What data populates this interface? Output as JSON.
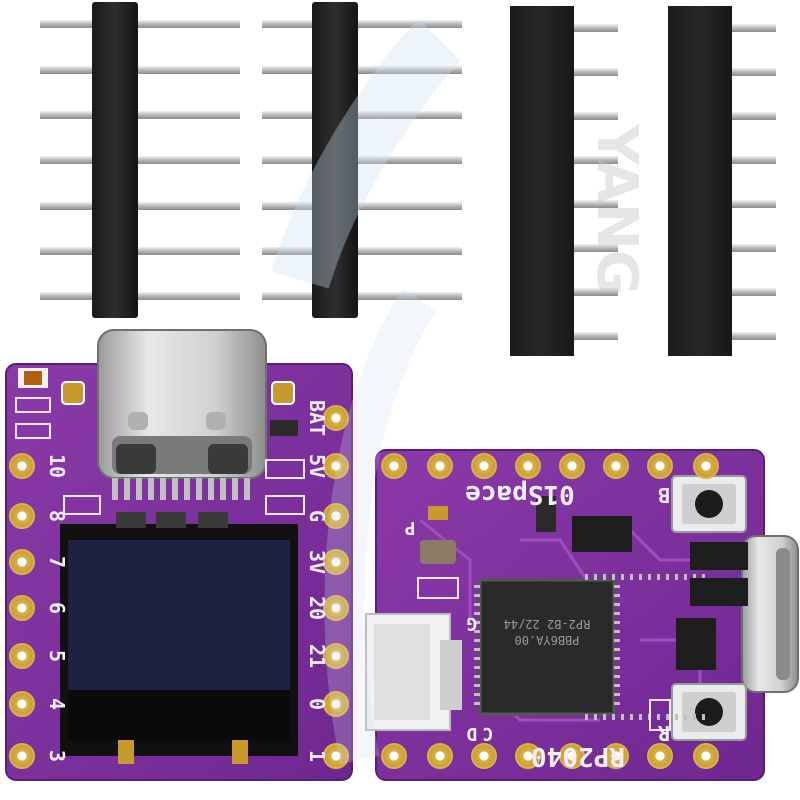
{
  "left_board": {
    "silk_left": [
      "10",
      "8",
      "7",
      "6",
      "5",
      "4",
      "3"
    ],
    "silk_right": [
      "BAT",
      "5V",
      "G",
      "3V",
      "20",
      "21",
      "0",
      "1"
    ]
  },
  "right_board": {
    "brand": "01Space",
    "chip_label": "RP2040",
    "chip_marking_1": "RP2-B2  22/44",
    "chip_marking_2": "PBB6YA.00",
    "button_b_label": "B",
    "button_r_label": "R",
    "label_p": "P",
    "label_g": "G",
    "label_d": "D",
    "label_c": "C"
  },
  "watermark": "YANG"
}
